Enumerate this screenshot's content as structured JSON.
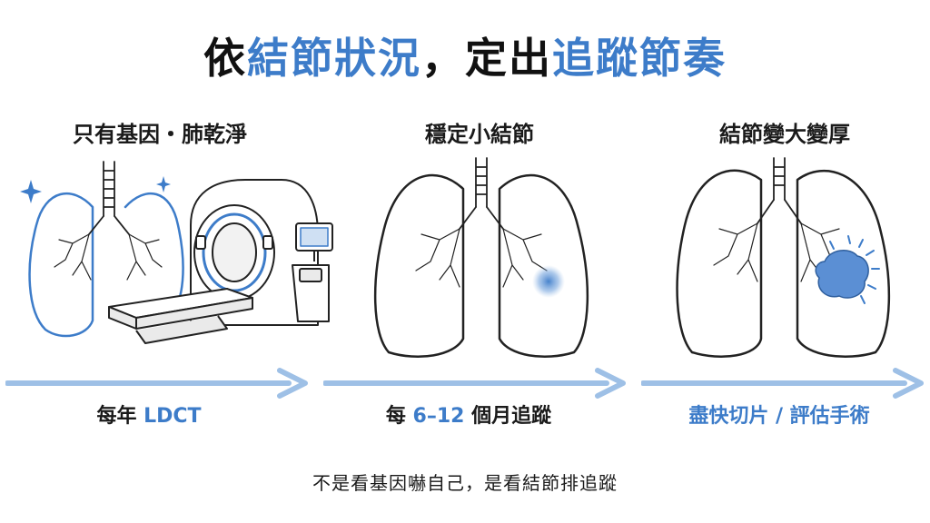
{
  "title": {
    "part1": "依",
    "part2_blue": "結節狀況",
    "part3": "，定出",
    "part4_blue": "追蹤節奏"
  },
  "stages": [
    {
      "heading": "只有基因・肺乾淨",
      "label_prefix": "每年",
      "label_highlight": "LDCT",
      "label_suffix": ""
    },
    {
      "heading": "穩定小結節",
      "label_prefix": "每",
      "label_highlight": "6–12",
      "label_suffix": "個月追蹤"
    },
    {
      "heading": "結節變大變厚",
      "label_full_blue": "盡快切片 / 評估手術"
    }
  ],
  "footer": "不是看基因嚇自己，是看結節排追蹤",
  "colors": {
    "accent": "#3d7cc9",
    "arrow": "#9ec0e6",
    "text": "#1a1a1a"
  },
  "icons": [
    "sparkle-icon",
    "lungs-icon",
    "ct-scanner-icon",
    "nodule-icon"
  ]
}
